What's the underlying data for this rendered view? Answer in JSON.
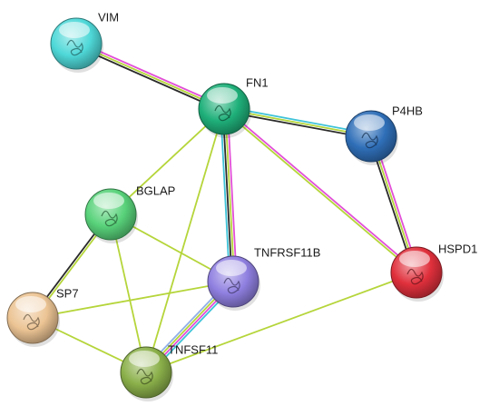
{
  "network": {
    "edge_colors": {
      "curated_database": "#3fc3d8",
      "experimental": "#e24fd7",
      "textmining": "#b5d53a",
      "coexpression": "#2a2a2a",
      "homology": "#8fb0e6"
    },
    "nodes": [
      {
        "id": "VIM",
        "label": "VIM",
        "color": "#4fd8d8",
        "icon": "protein-structure-icon"
      },
      {
        "id": "FN1",
        "label": "FN1",
        "color": "#1fb07a",
        "icon": "protein-structure-icon"
      },
      {
        "id": "P4HB",
        "label": "P4HB",
        "color": "#2f6fb8",
        "icon": "protein-structure-icon"
      },
      {
        "id": "BGLAP",
        "label": "BGLAP",
        "color": "#58d27a",
        "icon": "protein-structure-icon"
      },
      {
        "id": "TNFRSF11B",
        "label": "TNFRSF11B",
        "color": "#8f7fe0",
        "icon": "protein-structure-icon"
      },
      {
        "id": "HSPD1",
        "label": "HSPD1",
        "color": "#e0303c",
        "icon": "protein-structure-icon"
      },
      {
        "id": "SP7",
        "label": "SP7",
        "color": "#ecc494",
        "icon": "protein-structure-icon"
      },
      {
        "id": "TNFSF11",
        "label": "TNFSF11",
        "color": "#8bb04a",
        "icon": "protein-structure-icon"
      }
    ],
    "edges": [
      {
        "source": "VIM",
        "target": "FN1",
        "types": [
          "experimental",
          "textmining",
          "coexpression"
        ]
      },
      {
        "source": "FN1",
        "target": "P4HB",
        "types": [
          "curated_database",
          "textmining",
          "coexpression"
        ]
      },
      {
        "source": "FN1",
        "target": "HSPD1",
        "types": [
          "experimental",
          "textmining"
        ]
      },
      {
        "source": "FN1",
        "target": "TNFRSF11B",
        "types": [
          "experimental",
          "textmining",
          "coexpression",
          "curated_database"
        ]
      },
      {
        "source": "FN1",
        "target": "BGLAP",
        "types": [
          "textmining"
        ]
      },
      {
        "source": "FN1",
        "target": "TNFSF11",
        "types": [
          "textmining"
        ]
      },
      {
        "source": "P4HB",
        "target": "HSPD1",
        "types": [
          "experimental",
          "textmining",
          "coexpression"
        ]
      },
      {
        "source": "BGLAP",
        "target": "SP7",
        "types": [
          "textmining",
          "coexpression"
        ]
      },
      {
        "source": "BGLAP",
        "target": "TNFRSF11B",
        "types": [
          "textmining"
        ]
      },
      {
        "source": "BGLAP",
        "target": "TNFSF11",
        "types": [
          "textmining"
        ]
      },
      {
        "source": "SP7",
        "target": "TNFRSF11B",
        "types": [
          "textmining"
        ]
      },
      {
        "source": "SP7",
        "target": "TNFSF11",
        "types": [
          "textmining"
        ]
      },
      {
        "source": "TNFRSF11B",
        "target": "TNFSF11",
        "types": [
          "curated_database",
          "experimental",
          "textmining",
          "homology"
        ]
      },
      {
        "source": "HSPD1",
        "target": "TNFSF11",
        "types": [
          "textmining"
        ]
      }
    ]
  }
}
